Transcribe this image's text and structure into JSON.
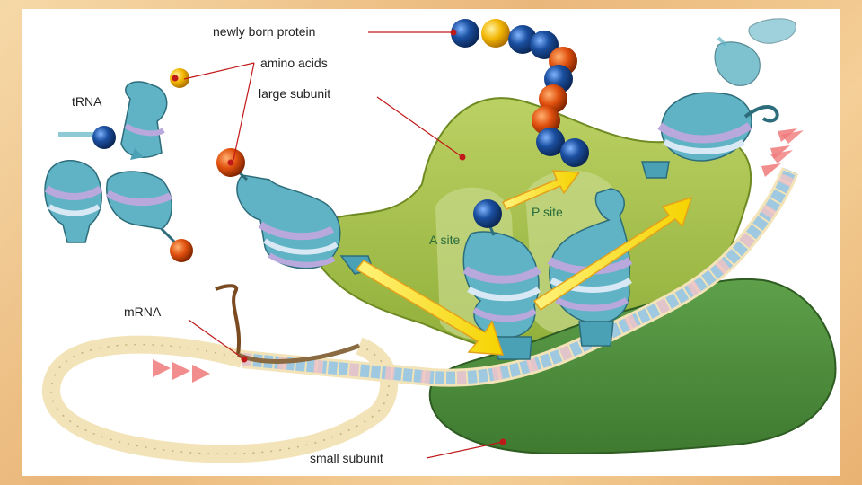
{
  "labels": {
    "newly_born_protein": "newly born protein",
    "amino_acids": "amino acids",
    "large_subunit": "large subunit",
    "trna": "tRNA",
    "mrna": "mRNA",
    "small_subunit": "small subunit",
    "p_site": "P site",
    "a_site": "A site"
  },
  "colors": {
    "large_subunit": "#a9c24a",
    "small_subunit": "#4f8f3e",
    "trna": "#5fb3c4",
    "amino_blue": "#1b4fa0",
    "amino_orange": "#e0500e",
    "amino_yellow": "#f2b705",
    "leader_line": "#c0191a",
    "mrna_strand": "#f3e3b8"
  },
  "protein_chain": [
    "blue",
    "yellow",
    "blue",
    "blue",
    "orange",
    "blue",
    "orange",
    "orange",
    "blue",
    "blue"
  ]
}
